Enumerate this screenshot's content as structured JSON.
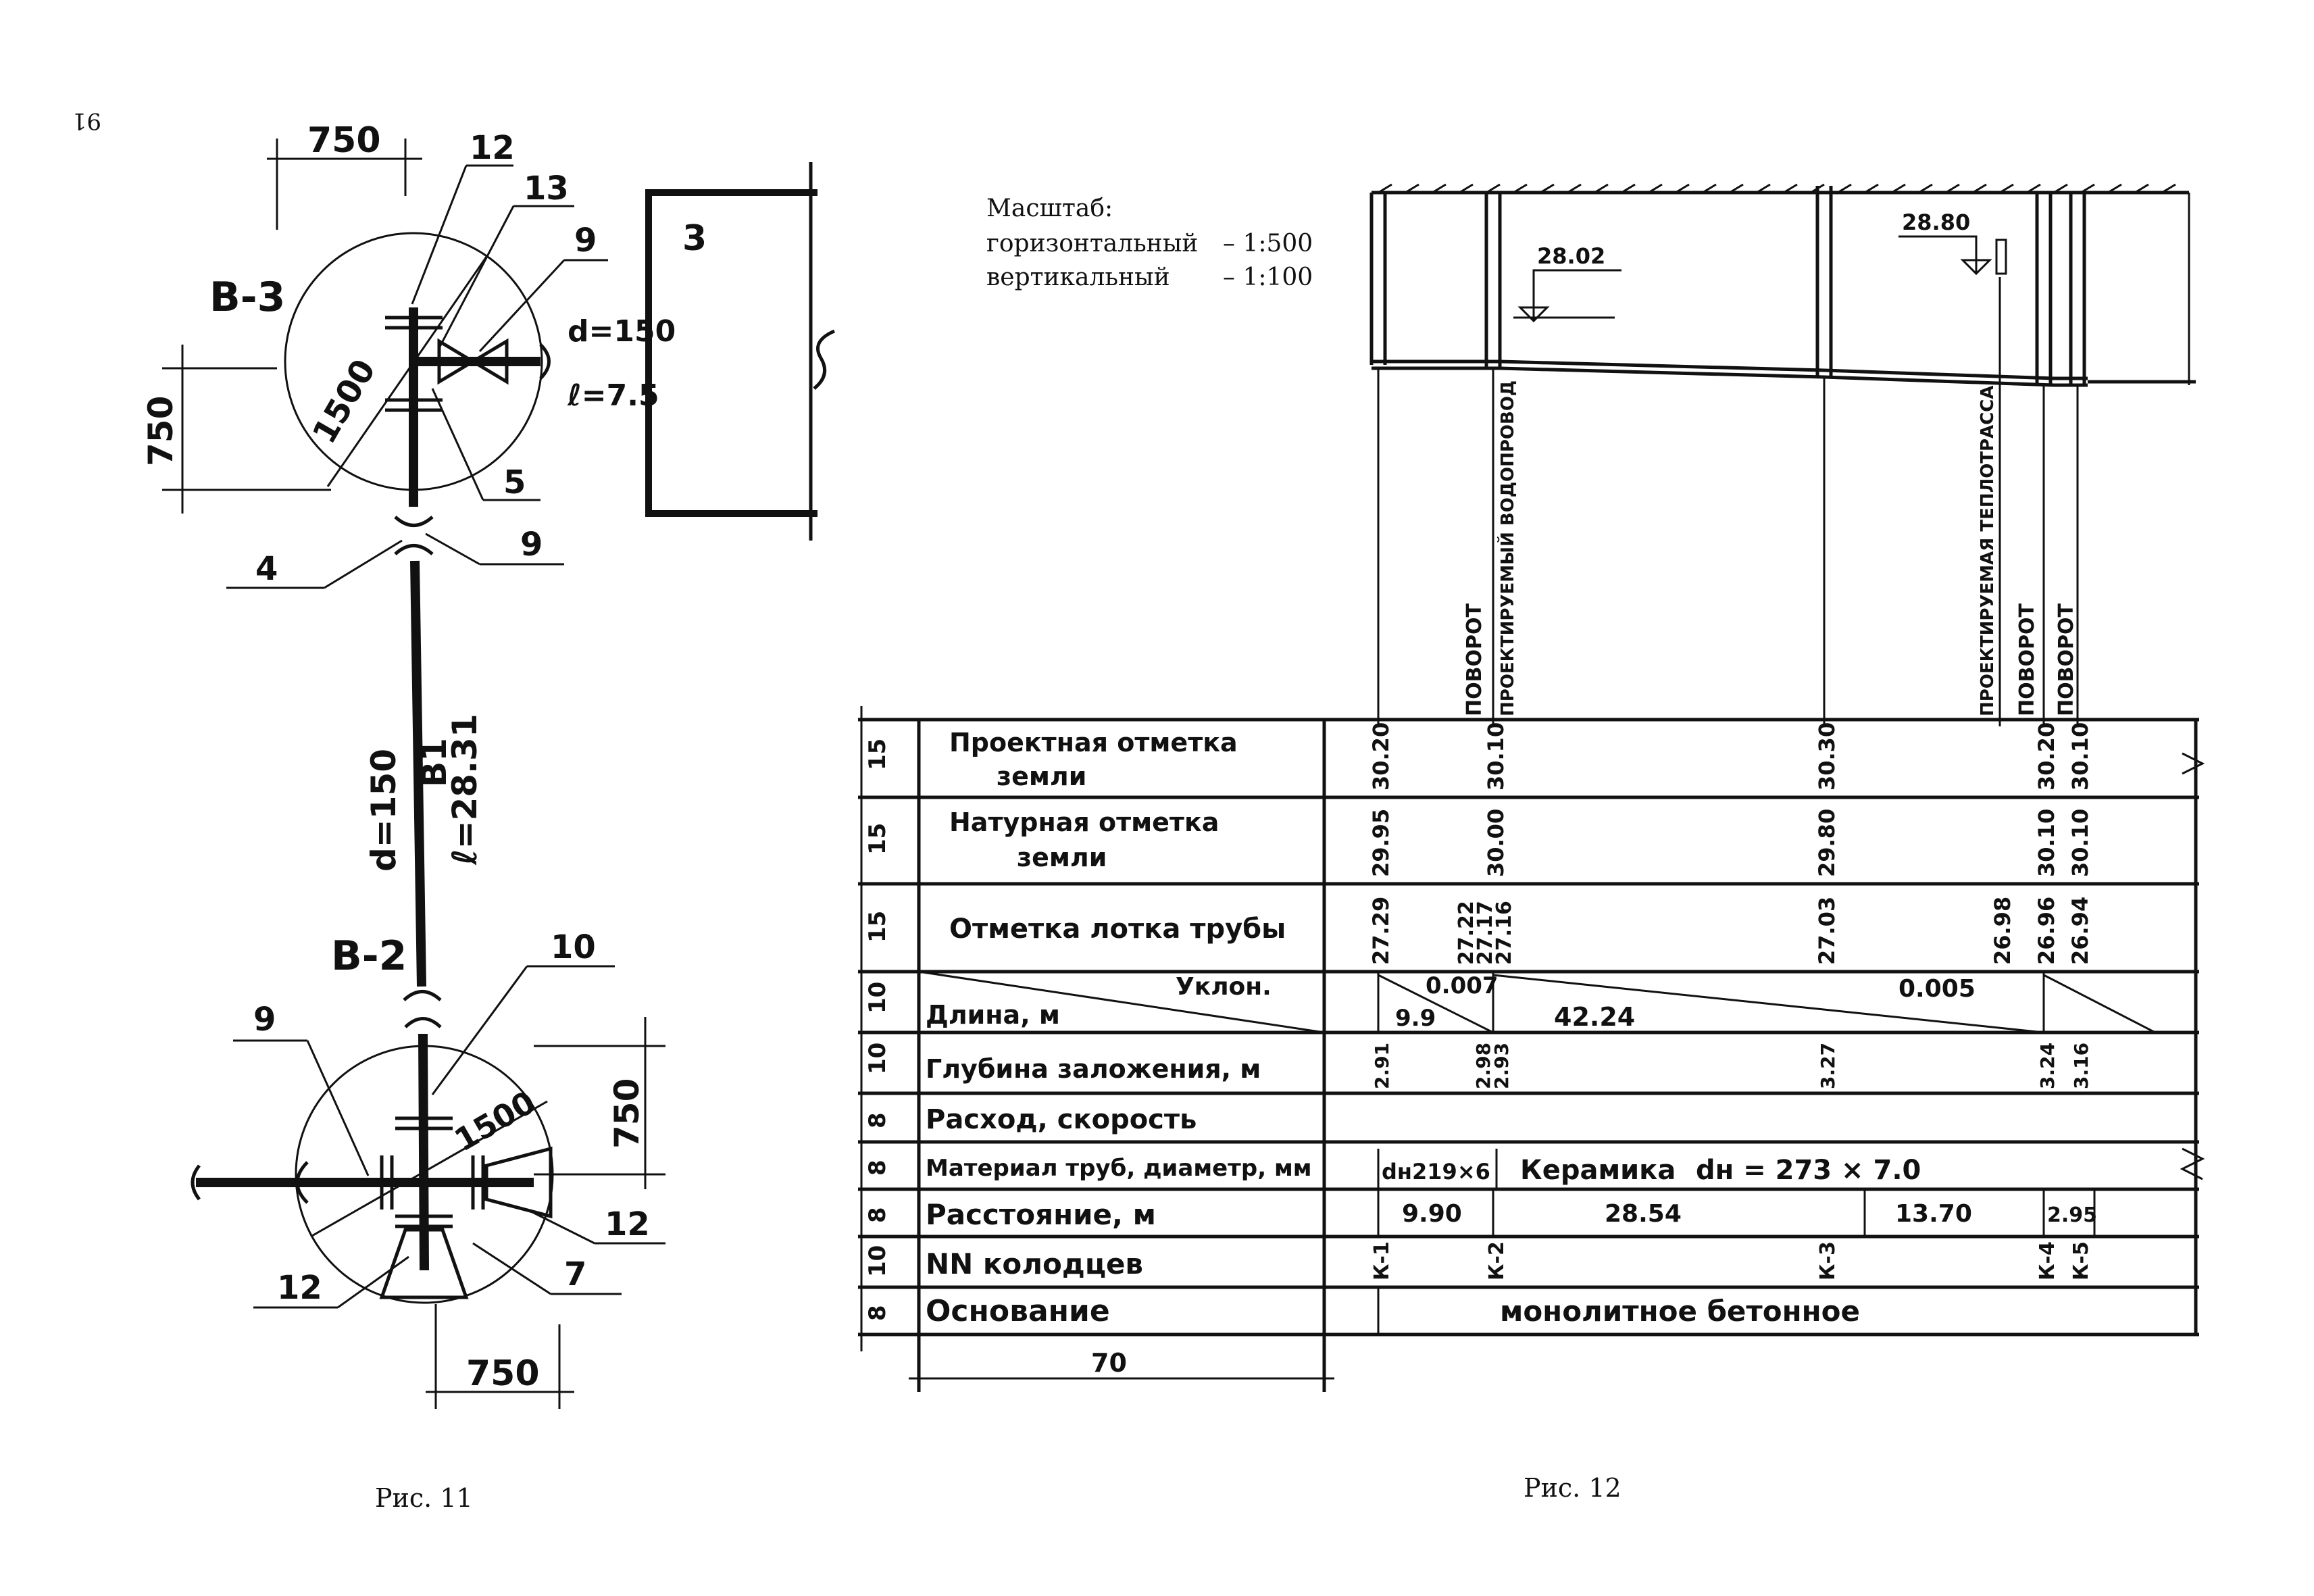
{
  "page_number": "91",
  "fig11": {
    "caption": "Рис. 11",
    "well_top": "B-3",
    "well_bottom": "B-2",
    "dim_750_top": "750",
    "dim_750_left": "750",
    "dim_750_right": "750",
    "dim_750_bottom": "750",
    "dia_top": "1500",
    "dia_bottom": "1500",
    "callouts": {
      "c12_top": "12",
      "c13": "13",
      "c9_top": "9",
      "c5": "5",
      "c9_mid": "9",
      "c4": "4",
      "c10": "10",
      "c9_low": "9",
      "c12_right": "12",
      "c12_left": "12",
      "c7": "7"
    },
    "building": "3",
    "branch_d": "d=150",
    "branch_l": "ℓ=7.5",
    "main_d": "d=150",
    "main_label": "B1",
    "main_l": "ℓ=28.31"
  },
  "fig12": {
    "caption": "Рис. 12",
    "scale_title": "Масштаб:",
    "scale_h_label": "горизонтальный",
    "scale_h_value": "– 1:500",
    "scale_v_label": "вертикальный",
    "scale_v_value": "– 1:100",
    "elev_1": "28.02",
    "elev_2": "28.80",
    "vertical_notes": [
      "ПОВОРОТ",
      "ПРОЕКТИРУЕМЫЙ ВОДОПРОВОД",
      "ПРОЕКТИРУЕМАЯ ТЕПЛОТРАССА",
      "ПОВОРОТ",
      "ПОВОРОТ"
    ],
    "row_heights": [
      "15",
      "15",
      "15",
      "10",
      "10",
      "8",
      "8",
      "8",
      "10",
      "8"
    ],
    "rows": {
      "design_ground": {
        "label_1": "Проектная отметка",
        "label_2": "земли",
        "values": [
          "30.20",
          "30.10",
          "30.30",
          "30.20",
          "30.10"
        ]
      },
      "natural_ground": {
        "label_1": "Натурная отметка",
        "label_2": "земли",
        "values": [
          "29.95",
          "30.00",
          "29.80",
          "30.10",
          "30.10"
        ]
      },
      "tray": {
        "label": "Отметка лотка трубы",
        "values": [
          "27.29",
          "27.22",
          "27.17",
          "27.16",
          "27.03",
          "26.98",
          "26.96",
          "26.94"
        ]
      },
      "length_slope": {
        "label_left": "Длина, м",
        "label_right": "Уклон.",
        "slope_1": "0.007",
        "len_1": "9.9",
        "len_2": "42.24",
        "slope_2": "0.005"
      },
      "depth": {
        "label": "Глубина заложения, м",
        "values": [
          "2.91",
          "2.98",
          "2.93",
          "3.27",
          "3.24",
          "3.16"
        ]
      },
      "flow": {
        "label": "Расход, скорость"
      },
      "material": {
        "label": "Материал труб, диаметр, мм",
        "value_1": "dн219×6",
        "value_2": "Керамика",
        "value_3": "dн = 273 × 7.0"
      },
      "distance": {
        "label": "Расстояние, м",
        "values": [
          "9.90",
          "28.54",
          "13.70",
          "2.95"
        ]
      },
      "wells": {
        "label": "NN колодцев",
        "values": [
          "К-1",
          "К-2",
          "К-3",
          "К-4",
          "К-5"
        ]
      },
      "base": {
        "label": "Основание",
        "value": "монолитное бетонное"
      }
    },
    "width_dim": "70"
  }
}
